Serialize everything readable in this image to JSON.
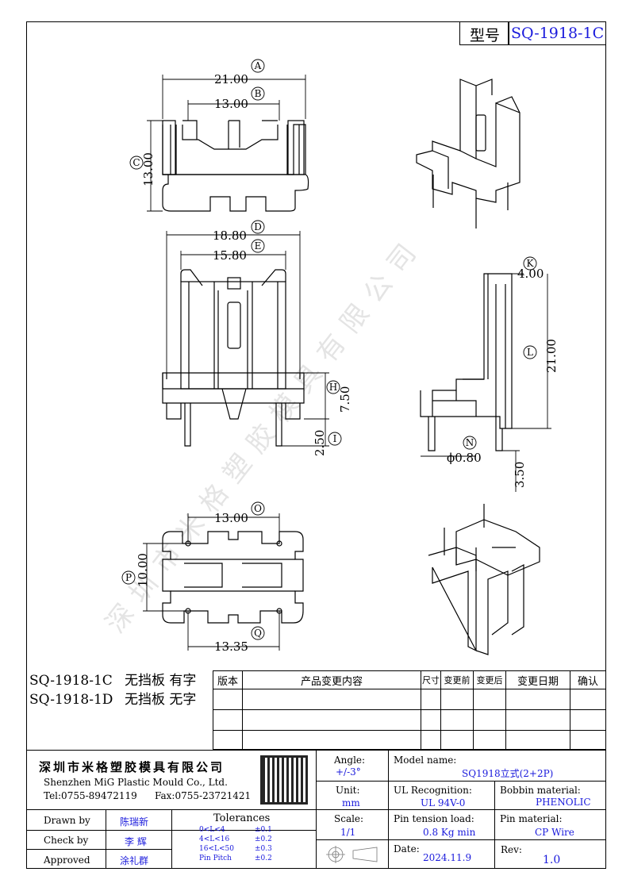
{
  "header": {
    "type_label": "型号",
    "model": "SQ-1918-1C"
  },
  "dims": {
    "A": "21.00",
    "B": "13.00",
    "C": "13.00",
    "D": "18.80",
    "E": "15.80",
    "H": "7.50",
    "I": "2.50",
    "K": "4.00",
    "L": "21.00",
    "N": "ϕ0.80",
    "O": "13.00",
    "P": "10.00",
    "Q": "13.35",
    "R": "3.50"
  },
  "markers": {
    "A": "A",
    "B": "B",
    "C": "C",
    "D": "D",
    "E": "E",
    "H": "H",
    "I": "I",
    "K": "K",
    "L": "L",
    "N": "N",
    "O": "O",
    "P": "P",
    "Q": "Q"
  },
  "watermark": "深圳市米格塑胶模具有限公司",
  "variants": [
    {
      "code": "SQ-1918-1C",
      "desc": "无挡板 有字"
    },
    {
      "code": "SQ-1918-1D",
      "desc": "无挡板 无字"
    }
  ],
  "revision_table": {
    "headers": [
      "版本",
      "产品变更内容",
      "尺寸",
      "变更前",
      "变更后",
      "变更日期",
      "确认"
    ]
  },
  "title_block": {
    "company_cn": "深圳市米格塑胶模具有限公司",
    "company_en": "Shenzhen MiG Plastic Mould Co., Ltd.",
    "tel": "Tel:0755-89472119",
    "fax": "Fax:0755-23721421",
    "angle_label": "Angle:",
    "angle_value": "+/-3°",
    "unit_label": "Unit:",
    "unit_value": "mm",
    "scale_label": "Scale:",
    "scale_value": "1/1",
    "model_label": "Model name:",
    "model_value": "SQ1918立式(2+2P)",
    "ul_label": "UL Recognition:",
    "ul_value": "UL 94V-0",
    "bobbin_label": "Bobbin material:",
    "bobbin_value": "PHENOLIC",
    "pin_tension_label": "Pin tension load:",
    "pin_tension_value": "0.8 Kg min",
    "pin_material_label": "Pin material:",
    "pin_material_value": "CP Wire",
    "date_label": "Date:",
    "date_value": "2024.11.9",
    "rev_label": "Rev:",
    "rev_value": "1.0",
    "drawn_label": "Drawn by",
    "drawn_value": "陈瑞新",
    "check_label": "Check by",
    "check_value": "李 辉",
    "approved_label": "Approved",
    "approved_value": "涂礼群",
    "tolerances_label": "Tolerances",
    "tolerances": [
      {
        "range": "0<L<4",
        "value": "±0.1"
      },
      {
        "range": "4<L<16",
        "value": "±0.2"
      },
      {
        "range": "16<L<50",
        "value": "±0.3"
      },
      {
        "range": "Pin Pitch",
        "value": "±0.2"
      }
    ]
  }
}
